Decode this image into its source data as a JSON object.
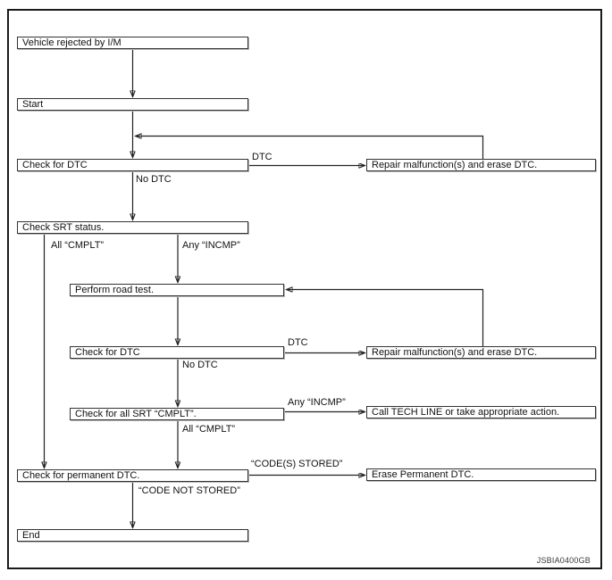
{
  "diagram": {
    "figure_id": "JSBIA0400GB",
    "nodes": {
      "vehicle_rejected": {
        "label": "Vehicle rejected by I/M"
      },
      "start": {
        "label": "Start"
      },
      "check_dtc_1": {
        "label": "Check for DTC"
      },
      "check_srt_status": {
        "label": "Check SRT status."
      },
      "perform_road_test": {
        "label": "Perform road test."
      },
      "check_dtc_2": {
        "label": "Check for DTC"
      },
      "check_all_srt_cmplt": {
        "label": "Check for all SRT “CMPLT”."
      },
      "check_permanent_dtc": {
        "label": "Check for permanent DTC."
      },
      "end": {
        "label": "End"
      },
      "repair_erase_dtc_1": {
        "label": "Repair malfunction(s) and erase DTC."
      },
      "repair_erase_dtc_2": {
        "label": "Repair malfunction(s) and erase DTC."
      },
      "call_tech_line": {
        "label": "Call TECH LINE or take appropriate action."
      },
      "erase_permanent_dtc": {
        "label": "Erase Permanent DTC."
      }
    },
    "edge_labels": {
      "dtc_1": "DTC",
      "no_dtc_1": "No DTC",
      "all_cmplt_1": "All “CMPLT”",
      "any_incmp_1": "Any “INCMP”",
      "dtc_2": "DTC",
      "no_dtc_2": "No DTC",
      "any_incmp_2": "Any “INCMP”",
      "all_cmplt_2": "All “CMPLT”",
      "codes_stored": "“CODE(S) STORED”",
      "code_not_stored": "“CODE NOT STORED”"
    },
    "colors": {
      "line": "#222222",
      "box_border": "#333333",
      "box_shadow": "#b9b9b9",
      "background": "#ffffff"
    }
  }
}
